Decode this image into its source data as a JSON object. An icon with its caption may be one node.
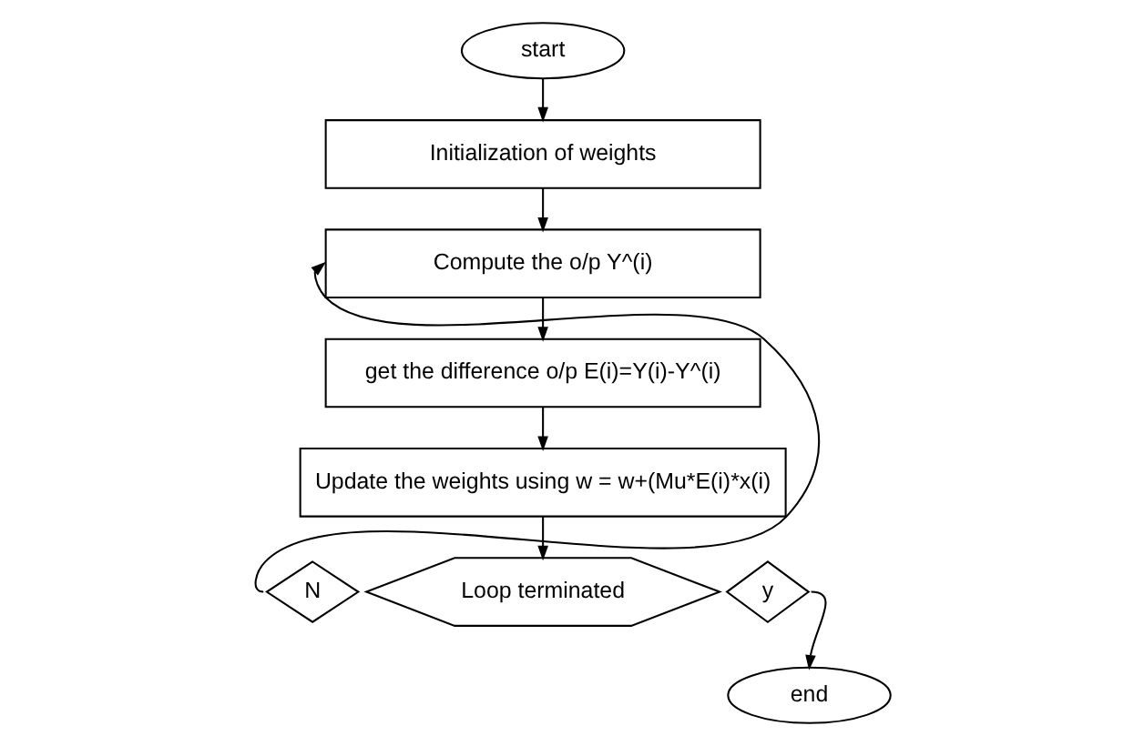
{
  "diagram": {
    "nodes": [
      {
        "text": [
          "start"
        ]
      },
      {
        "text": [
          "Initialization of weights"
        ]
      },
      {
        "text": [
          "Compute the o/p Y^(i)"
        ]
      },
      {
        "text": [
          "get the difference o/p E(i)=Y(i)-Y^(i)"
        ]
      },
      {
        "text": [
          "Update the weights using w = w+(Mu*E(i)*x(i)"
        ]
      },
      {
        "text": [
          "Loop terminated"
        ]
      },
      {
        "text": [
          "N"
        ]
      },
      {
        "text": [
          "y"
        ]
      },
      {
        "text": [
          "end"
        ]
      }
    ],
    "edges": [
      {
        "from": 0,
        "to": 1,
        "arrow": "to"
      },
      {
        "from": 1,
        "to": 2,
        "arrow": "to"
      },
      {
        "from": 2,
        "to": 3,
        "arrow": "to"
      },
      {
        "from": 3,
        "to": 4,
        "arrow": "to"
      },
      {
        "from": 4,
        "to": 5,
        "arrow": "to"
      },
      {
        "from": 6,
        "to": 2,
        "arrow": "to"
      },
      {
        "from": 7,
        "to": 8,
        "arrow": "to"
      }
    ]
  }
}
